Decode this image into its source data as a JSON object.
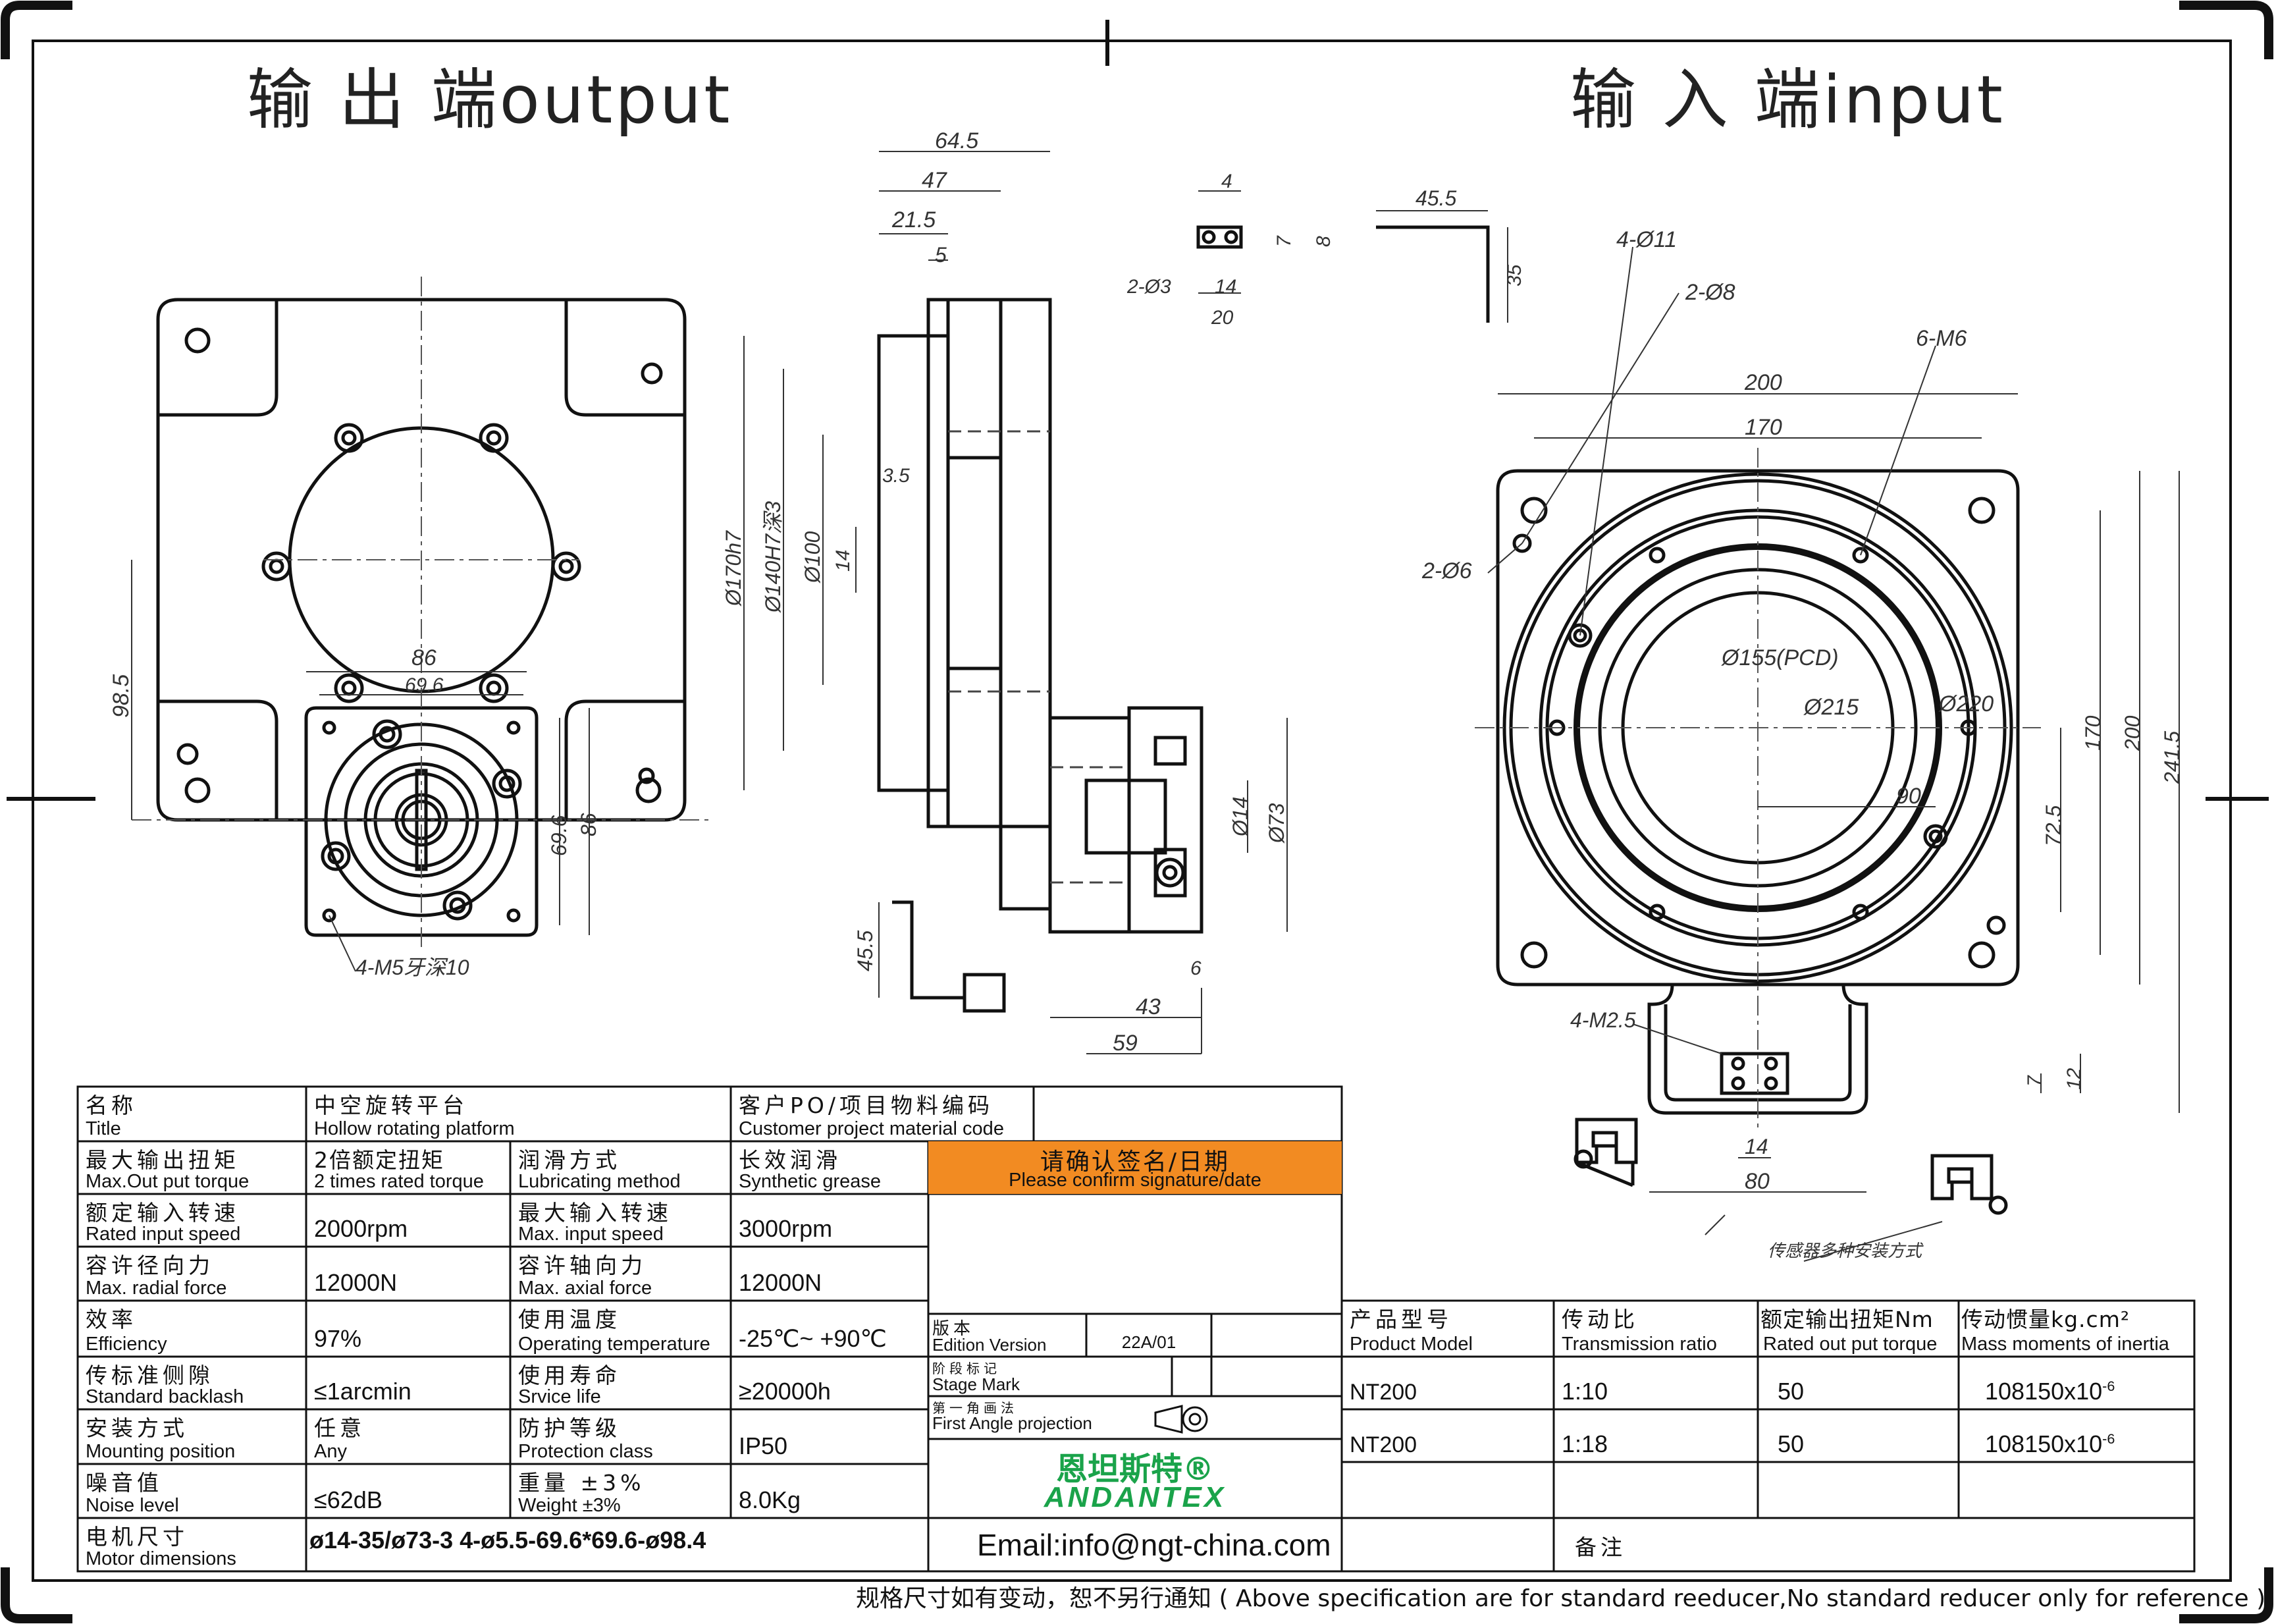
{
  "headings": {
    "output": "输 出 端output",
    "input": "输 入 端input"
  },
  "dims": {
    "d64_5": "64.5",
    "d47": "47",
    "d21_5": "21.5",
    "d5": "5",
    "d3_5": "3.5",
    "d170h7": "Ø170h7",
    "d140h7": "Ø140H7深3",
    "d100": "Ø100",
    "d14s": "14",
    "d4": "4",
    "d7": "7",
    "d8": "8",
    "d2o3": "2-Ø3",
    "d14": "14",
    "d20": "20",
    "d45_5a": "45.5",
    "d35": "35",
    "d86": "86",
    "d69_6": "69.6",
    "d98_5": "98.5",
    "d69_6v": "69.6",
    "d86v": "86",
    "m5": "4-M5牙深10",
    "d14o": "Ø14",
    "d73": "Ø73",
    "d43": "43",
    "d59": "59",
    "d6": "6",
    "d45_5b": "45.5",
    "o11": "4-Ø11",
    "o8": "2-Ø8",
    "m6": "6-M6",
    "o6": "2-Ø6",
    "d200": "200",
    "d170": "170",
    "pcd": "Ø155(PCD)",
    "o215": "Ø215",
    "o220": "Ø220",
    "d90": "90",
    "d72_5": "72.5",
    "d170v": "170",
    "d200v": "200",
    "d241_5": "241.5",
    "m25": "4-M2.5",
    "d7b": "7",
    "d12": "12",
    "d14b": "14",
    "d80": "80",
    "sensor": "传感器多种安装方式"
  },
  "table": {
    "name_cn": "名称",
    "name_en": "Title",
    "title_cn": "中空旋转平台",
    "title_en": "Hollow rotating platform",
    "cust_cn": "客户PO/项目物料编码",
    "cust_en": "Customer project material code",
    "torque_cn": "最大输出扭矩",
    "torque_en": "Max.Out put torque",
    "torque_val_cn": "2倍额定扭矩",
    "torque_val_en": "2 times rated torque",
    "lub_cn": "润滑方式",
    "lub_en": "Lubricating method",
    "lub_val_cn": "长效润滑",
    "lub_val_en": "Synthetic grease",
    "confirm_cn": "请确认签名/日期",
    "confirm_en": "Please confirm signature/date",
    "rated_in_cn": "额定输入转速",
    "rated_in_en": "Rated input speed",
    "rated_in_val": "2000rpm",
    "max_in_cn": "最大输入转速",
    "max_in_en": "Max. input speed",
    "max_in_val": "3000rpm",
    "radial_cn": "容许径向力",
    "radial_en": "Max. radial force",
    "radial_val": "12000N",
    "axial_cn": "容许轴向力",
    "axial_en": "Max. axial force",
    "axial_val": "12000N",
    "eff_cn": "效率",
    "eff_en": "Efficiency",
    "eff_val": "97%",
    "temp_cn": "使用温度",
    "temp_en": "Operating temperature",
    "temp_val": "-25℃~ +90℃",
    "back_cn": "传标准侧隙",
    "back_en": "Standard backlash",
    "back_val": "≤1arcmin",
    "life_cn": "使用寿命",
    "life_en": "Srvice life",
    "life_val": "≥20000h",
    "mount_cn": "安装方式",
    "mount_en": "Mounting position",
    "mount_val_cn": "任意",
    "mount_val_en": "Any",
    "prot_cn": "防护等级",
    "prot_en": "Protection class",
    "prot_val": "IP50",
    "noise_cn": "噪音值",
    "noise_en": "Noise level",
    "noise_val": "≤62dB",
    "weight_cn": "重量 ±3%",
    "weight_en": "Weight ±3%",
    "weight_val": "8.0Kg",
    "motor_cn": "电机尺寸",
    "motor_en": "Motor dimensions",
    "motor_val": "ø14-35/ø73-3 4-ø5.5-69.6*69.6-ø98.4",
    "ver_cn": "版本",
    "ver_en": "Edition Version",
    "ver_val": "22A/01",
    "stage_cn": "阶段标记",
    "stage_en": "Stage Mark",
    "proj_cn": "第一角画法",
    "proj_en": "First Angle projection",
    "logo_cn": "恩坦斯特®",
    "logo_en": "ANDANTEX",
    "model_cn": "产品型号",
    "model_en": "Product Model",
    "ratio_cn": "传动比",
    "ratio_en": "Transmission ratio",
    "rtorque_cn": "额定输出扭矩Nm",
    "rtorque_en": "Rated out put torque",
    "inertia_cn": "传动惯量kg.cm²",
    "inertia_en": "Mass moments of inertia",
    "rows": [
      {
        "model": "NT200",
        "ratio": "1:10",
        "torque": "50",
        "inertia": "108150x10",
        "exp": "-6"
      },
      {
        "model": "NT200",
        "ratio": "1:18",
        "torque": "50",
        "inertia": "108150x10",
        "exp": "-6"
      }
    ],
    "remark_cn": "备注",
    "email": "Email:info@ngt-china.com",
    "footer": "规格尺寸如有变动，恕不另行通知 ( Above specification are for standard reeducer,No standard reducer only for reference )"
  },
  "colors": {
    "orange": "#f28b22",
    "green": "#1aa34a",
    "line": "#111111"
  }
}
